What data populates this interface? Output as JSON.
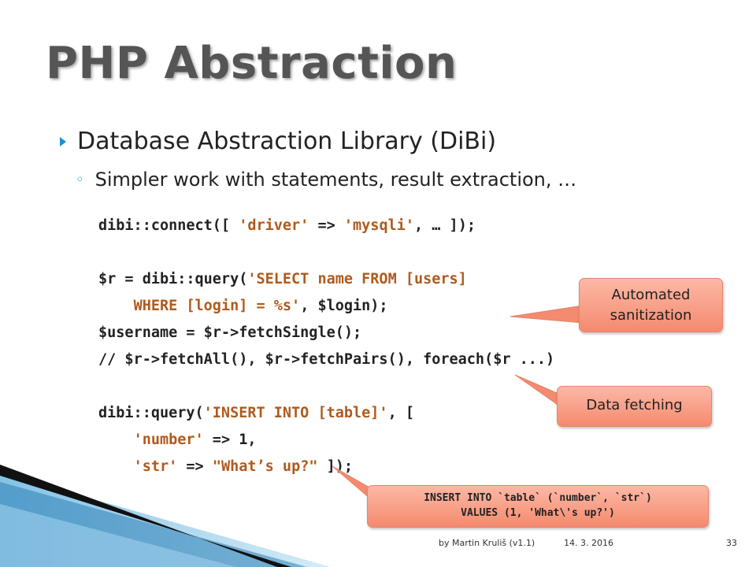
{
  "slide": {
    "title": "PHP Abstraction",
    "bullet": "Database Abstraction Library (DiBi)",
    "sub_bullet": "Simpler work with statements, result extraction, …"
  },
  "code_lines": [
    [
      {
        "t": "dibi::connect([ "
      },
      {
        "t": "'driver'",
        "s": 1
      },
      {
        "t": " => "
      },
      {
        "t": "'mysqli'",
        "s": 1
      },
      {
        "t": ", … ]);"
      }
    ],
    [
      {
        "t": ""
      }
    ],
    [
      {
        "t": "$r = dibi::query("
      },
      {
        "t": "'SELECT name FROM [users]",
        "s": 1
      }
    ],
    [
      {
        "t": "    "
      },
      {
        "t": "WHERE [login] = %s'",
        "s": 1
      },
      {
        "t": ", $login);"
      }
    ],
    [
      {
        "t": "$username = $r->fetchSingle();"
      }
    ],
    [
      {
        "t": "// $r->fetchAll(), $r->fetchPairs(), foreach($r ...)"
      }
    ],
    [
      {
        "t": ""
      }
    ],
    [
      {
        "t": "dibi::query("
      },
      {
        "t": "'INSERT INTO [table]'",
        "s": 1
      },
      {
        "t": ", ["
      }
    ],
    [
      {
        "t": "    "
      },
      {
        "t": "'number'",
        "s": 1
      },
      {
        "t": " => 1,"
      }
    ],
    [
      {
        "t": "    "
      },
      {
        "t": "'str'",
        "s": 1
      },
      {
        "t": " => "
      },
      {
        "t": "\"What’s up?\"",
        "s": 1
      },
      {
        "t": " ]);"
      }
    ]
  ],
  "callouts": {
    "sanitization": "Automated sanitization",
    "fetching": "Data fetching",
    "insert_line1": "INSERT INTO `table` (`number`, `str`)",
    "insert_line2": "VALUES (1, 'What\\'s up?')"
  },
  "footer": {
    "author": "by Martin Kruliš (v1.1)",
    "date": "14. 3. 2016",
    "page": "33"
  },
  "colors": {
    "accent": "#1f8fcf",
    "string": "#b05a1c",
    "callout": "#f48a6e"
  }
}
